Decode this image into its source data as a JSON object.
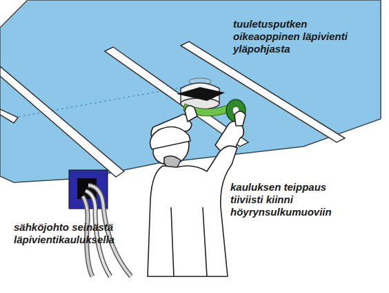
{
  "diagram": {
    "labels": [
      "tuuletusputken oikeaoppinen läpivienti yläpohjasta",
      "kauluksen teippaus tiiviisti kiinni höyrynsulkumuoviin",
      "sähköjohto seinästä läpivientikauluksella"
    ]
  }
}
